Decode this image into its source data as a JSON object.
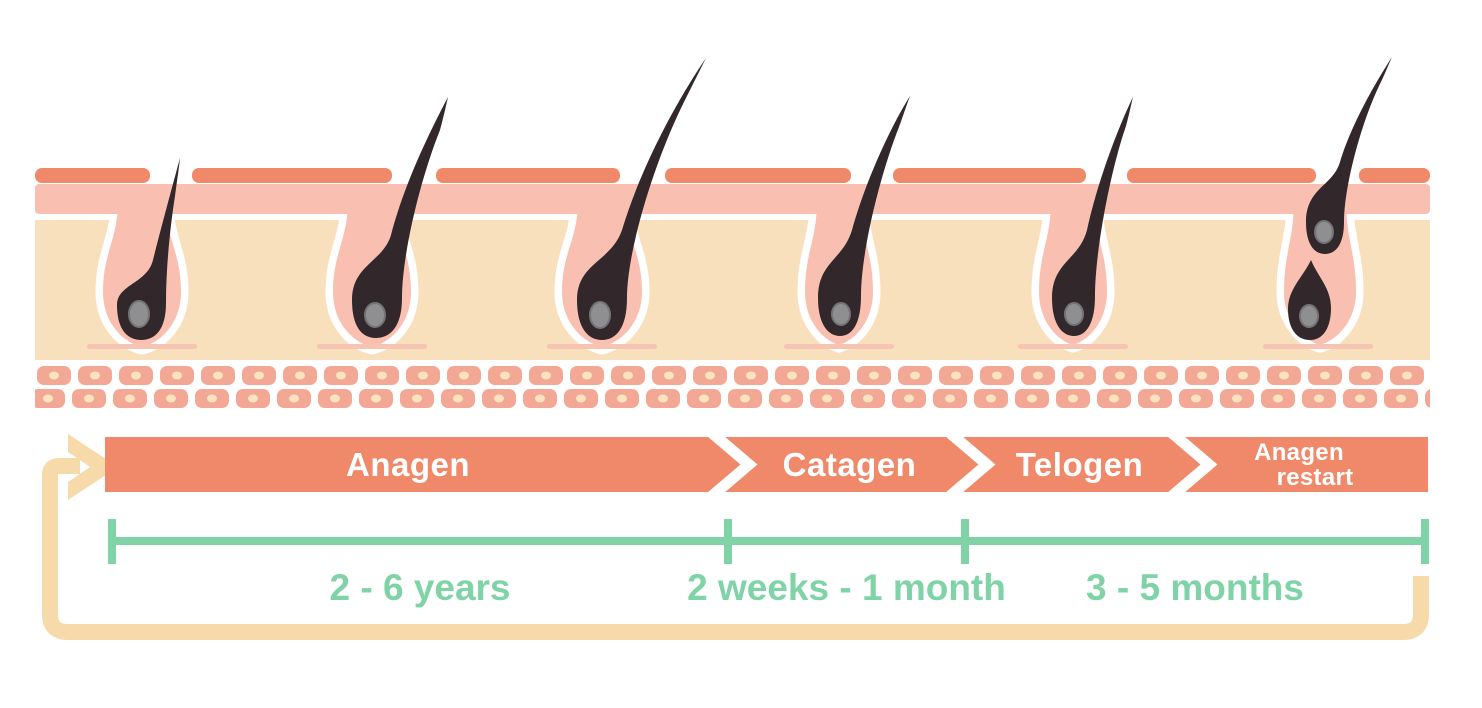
{
  "figure": {
    "type": "hair-growth-cycle-diagram",
    "phases": [
      {
        "label": "Anagen"
      },
      {
        "label": "Catagen"
      },
      {
        "label": "Telogen"
      },
      {
        "label": "Anagen restart",
        "label_lines": [
          "Anagen",
          "restart"
        ]
      }
    ],
    "duration_brackets": [
      {
        "label": "2 - 6 years",
        "under_phase": "Anagen"
      },
      {
        "label": "2 weeks - 1 month",
        "under_phase": "Catagen"
      },
      {
        "label": "3 - 5 months",
        "under_phase": "Telogen"
      }
    ],
    "icons": {
      "loop_arrow": "arrow-right",
      "phase_separator": "chevron-right"
    },
    "colors": {
      "phase_band": "#F0886A",
      "skin_surface": "#F0886A",
      "epidermis": "#F9C0B1",
      "dermis": "#F8E0BC",
      "hair": "#32282B",
      "dermal_papilla": "#8F8F91",
      "fat_cell": "#F3A795",
      "fat_cell_nucleus": "#FAE3BD",
      "timeline_green": "#7FD3A7",
      "cycle_loop_cream": "#F7DAA9",
      "phase_text": "#FFFFFF"
    }
  }
}
